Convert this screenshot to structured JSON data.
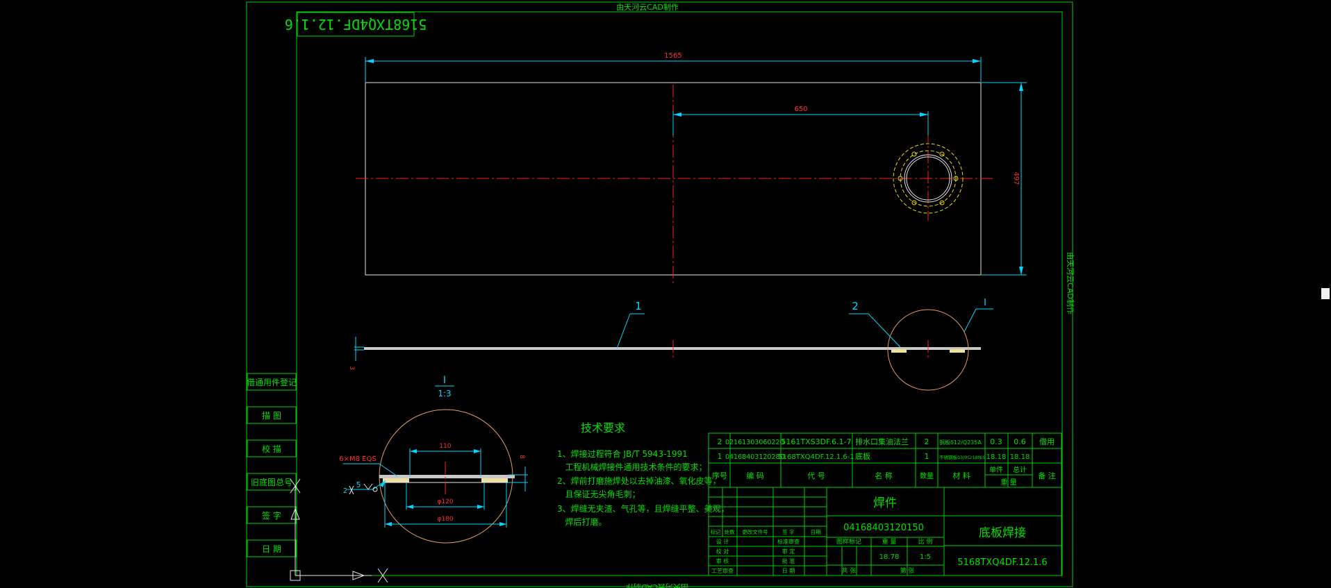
{
  "watermark": {
    "top": "由天河云CAD制作",
    "bottom": "由天河云CAD制作",
    "right": "由天河云CAD制作"
  },
  "drawing_number_mirrored": "5168TXQ4DF.12.1.6",
  "dimensions": {
    "length": "1565",
    "offset": "650",
    "height": "497",
    "thickness": "3"
  },
  "balloons": {
    "b1": "1",
    "b2": "2",
    "view": "I"
  },
  "detail": {
    "title": "I",
    "scale": "1:3",
    "bolt_note": "6×M8 EQS",
    "d110": "110",
    "d120": "φ120",
    "d180": "φ180",
    "h": "8",
    "weld": "5",
    "weld_ref": "2"
  },
  "left_side_labels": [
    "借通用件登记",
    "描 图",
    "校 描",
    "旧底图总号",
    "签 字",
    "日 期"
  ],
  "tech_requirements": {
    "title": "技术要求",
    "lines": [
      "1、焊接过程符合 JB/T 5943-1991",
      "   工程机械焊接件通用技术条件的要求；",
      "2、焊前打磨施焊处以去掉油漆、氧化皮等，",
      "   且保证无尖角毛刺；",
      "3、焊缝无夹渣、气孔等，且焊缝平整、美观，",
      "   焊后打磨。"
    ]
  },
  "bom": {
    "rows": [
      [
        "2",
        "0216130306022O",
        "5161TXS3DF.6.1-7",
        "排水口集油法兰",
        "2",
        "钢板δ12/Q235A",
        "0.3",
        "0.6",
        "借用"
      ],
      [
        "1",
        "0416840312028O",
        "5168TXQ4DF.12.1.6-1",
        "底板",
        "1",
        "不锈钢板δ3/0Cr18Ni9",
        "18.18",
        "18.18",
        ""
      ]
    ],
    "header": [
      "序号",
      "编 码",
      "代 号",
      "名 称",
      "数量",
      "材 料",
      "单件",
      "总计",
      "备 注"
    ],
    "weight_label": "重 量"
  },
  "title_block": {
    "part_type": "焊件",
    "code": "04168403120150",
    "name": "底板焊接",
    "drawing_number": "5168TXQ4DF.12.1.6",
    "stage_label": "图样标记",
    "weight_label": "重 量",
    "scale_label": "比 例",
    "weight": "18.78",
    "scale": "1:5",
    "sheet_label": "共 张",
    "page_label": "第 张",
    "rev_labels": [
      "标记",
      "处数",
      "更改文件号",
      "签 字",
      "日期"
    ],
    "sign_rows": [
      [
        "设 计",
        "标准审查"
      ],
      [
        "校 对",
        "审 定"
      ],
      [
        "审 核",
        "批 准"
      ],
      [
        "工艺审查",
        "日 期"
      ]
    ]
  }
}
